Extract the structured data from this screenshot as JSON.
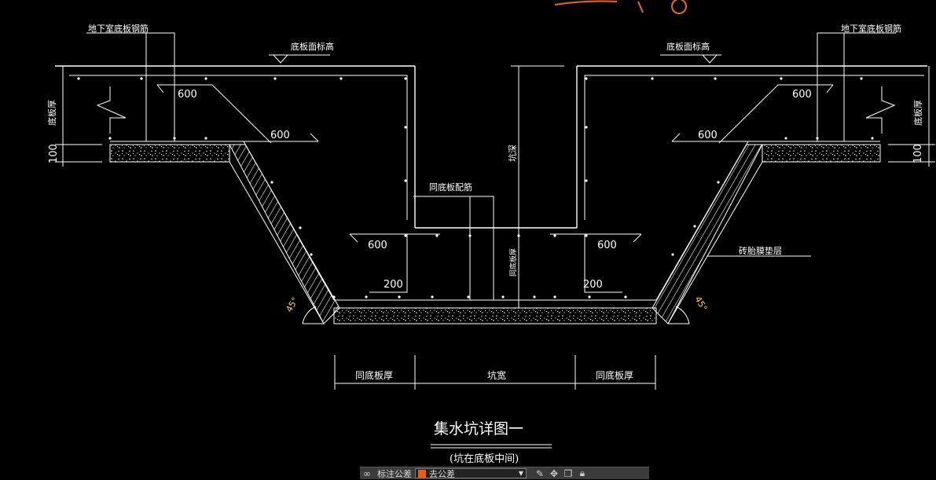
{
  "labels": {
    "basement_rebar_left": "地下室底板钢筋",
    "basement_rebar_right": "地下室底板钢筋",
    "slab_top_elev_left": "底板面标高",
    "slab_top_elev_right": "底板面标高",
    "slab_thickness_left": "底板厚",
    "slab_thickness_right": "底板厚",
    "pit_depth": "坑深",
    "same_as_slab_rebar": "同底板配筋",
    "same_as_slab_thickness_vertical": "同底板厚",
    "brick_mold": "砖胎膜垫层"
  },
  "dimensions": {
    "d600_a": "600",
    "d600_b": "600",
    "d600_c": "600",
    "d600_d": "600",
    "d600_e": "600",
    "d600_f": "600",
    "d200_a": "200",
    "d200_b": "200",
    "d100_left": "100",
    "d100_right": "100",
    "angle_left": "45°",
    "angle_right": "45°"
  },
  "bottom_dims": {
    "left": "同底板厚",
    "middle": "坑宽",
    "right": "同底板厚"
  },
  "title": {
    "main": "集水坑详图一",
    "sub": "(坑在底板中间)"
  },
  "toolbar": {
    "label": "标注公差",
    "selected_option": "去公差",
    "accent_color": "#e65c1a"
  },
  "annotation": {
    "color": "#e8682a"
  }
}
